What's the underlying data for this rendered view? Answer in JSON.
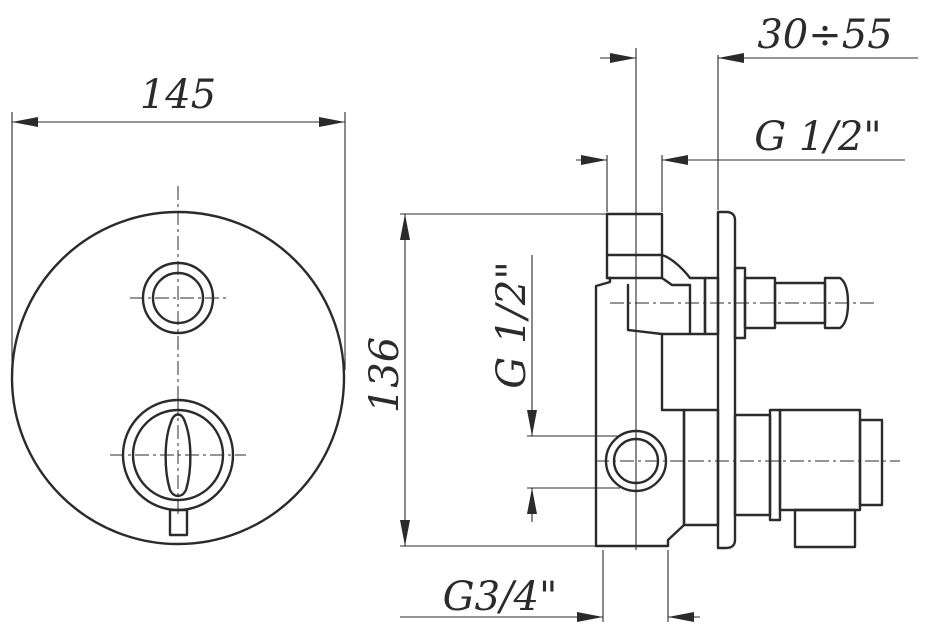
{
  "dimensions": {
    "front_width": "145",
    "height": "136",
    "wall_depth_range": "30÷55",
    "outlet_top": "G 1/2\"",
    "outlet_side": "G 1/2\"",
    "inlet_bottom": "G3/4\""
  }
}
